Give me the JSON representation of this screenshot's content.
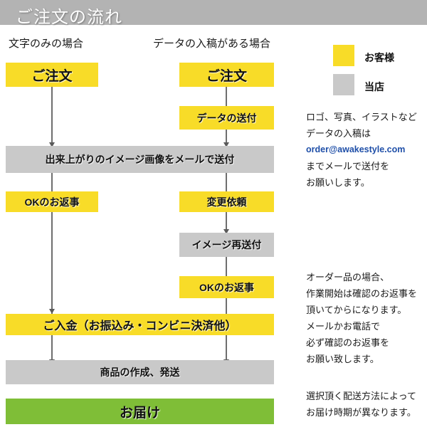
{
  "header": {
    "title": "ご注文の流れ"
  },
  "columns": {
    "left_caption": "文字のみの場合",
    "mid_caption": "データの入稿がある場合"
  },
  "legend": {
    "items": [
      {
        "label": "お客様",
        "color": "#f8dc28",
        "swatch_name": "customer-swatch"
      },
      {
        "label": "当店",
        "color": "#c9c9c9",
        "swatch_name": "shop-swatch"
      }
    ]
  },
  "flow": {
    "left_order": "ご注文",
    "mid_order": "ご注文",
    "mid_send_data": "データの送付",
    "image_mail": "出来上がりのイメージ画像をメールで送付",
    "left_ok_reply": "OKのお返事",
    "mid_change_request": "変更依頼",
    "mid_image_resend": "イメージ再送付",
    "mid_ok_reply": "OKのお返事",
    "payment": "ご入金（お振込み・コンビニ決済他）",
    "production": "商品の作成、発送",
    "delivery": "お届け"
  },
  "notes": {
    "note1": [
      "ロゴ、写真、イラストなど",
      "データの入稿は",
      "order@awakestyle.com",
      "までメールで送付を",
      "お願いします。"
    ],
    "note1_email": "order@awakestyle.com",
    "note2": [
      "オーダー品の場合、",
      "作業開始は確認のお返事を",
      "頂いてからになります。",
      "メールかお電話で",
      "必ず確認のお返事を",
      "お願い致します。"
    ],
    "note3": [
      "選択頂く配送方法によって",
      "お届け時期が異なります。"
    ]
  },
  "colors": {
    "header_bar": "#b3b3b3",
    "customer_yellow": "#f8dc28",
    "shop_gray": "#c9c9c9",
    "delivery_green": "#7fbe37",
    "link_blue": "#1f4fa8",
    "connector": "#6e6e6e"
  }
}
